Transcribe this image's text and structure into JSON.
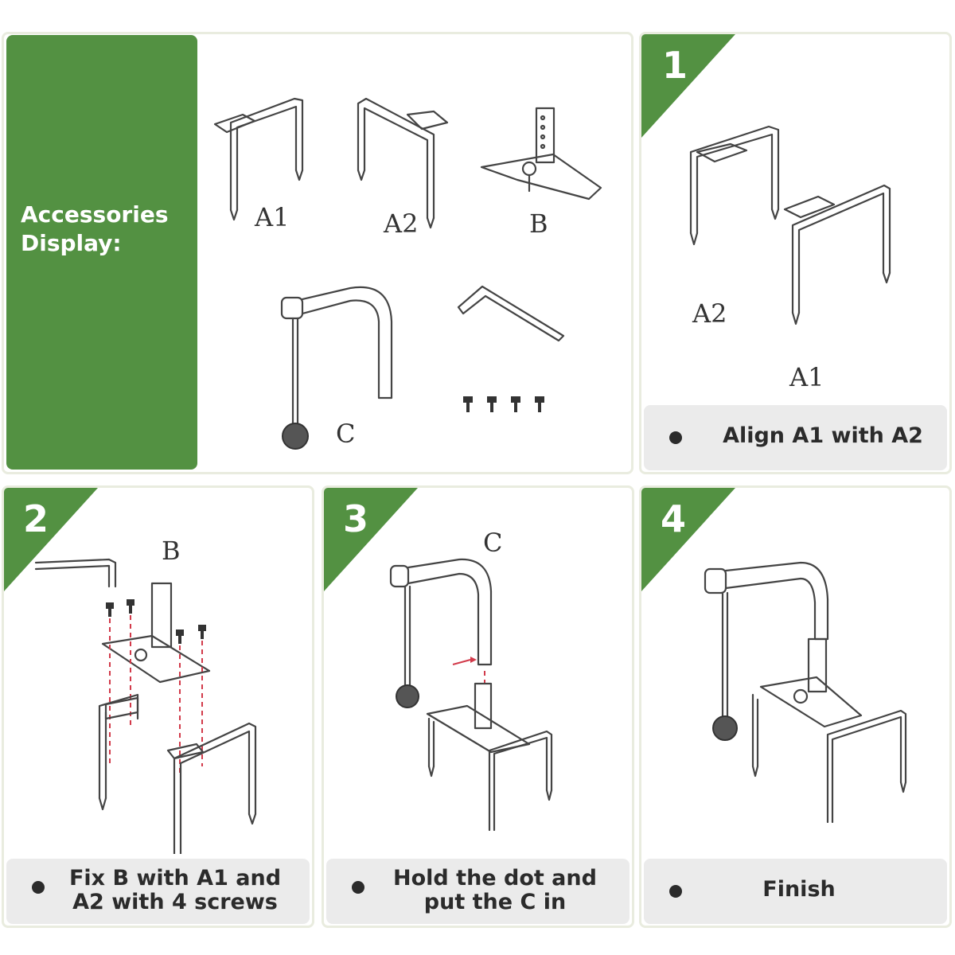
{
  "accessories": {
    "title": "Accessories\nDisplay:",
    "labels": {
      "a1": "A1",
      "a2": "A2",
      "b": "B",
      "c": "C"
    }
  },
  "steps": [
    {
      "number": "1",
      "caption": "Align A1 with A2",
      "labels": {
        "a1": "A1",
        "a2": "A2"
      }
    },
    {
      "number": "2",
      "caption": "Fix B with A1 and\nA2 with 4 screws",
      "labels": {
        "b": "B"
      }
    },
    {
      "number": "3",
      "caption": "Hold the dot and\nput the C in",
      "labels": {
        "c": "C"
      }
    },
    {
      "number": "4",
      "caption": "Finish"
    }
  ],
  "colors": {
    "brand_green": "#539142",
    "caption_bg": "#ebebeb",
    "text_dark": "#2b2b2b",
    "guide_red": "#d23a4a"
  }
}
